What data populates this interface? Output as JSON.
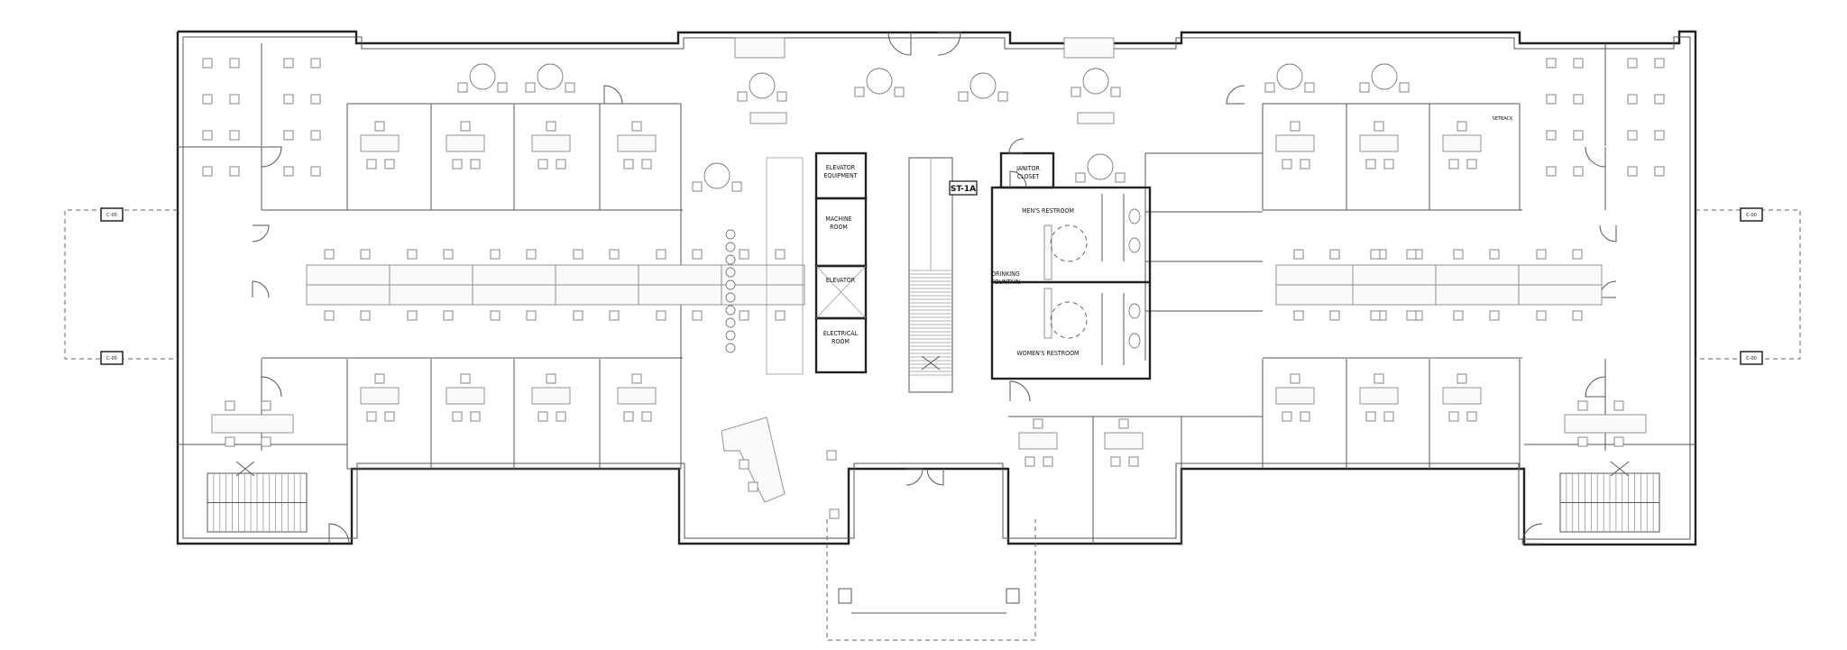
{
  "rooms": {
    "elevator_equipment": [
      "ELEVATOR",
      "EQUIPMENT"
    ],
    "machine_room": [
      "MACHINE",
      "ROOM"
    ],
    "elevator": [
      "ELEVATOR"
    ],
    "electrical_room": [
      "ELECTRICAL",
      "ROOM"
    ],
    "janitor_closet": [
      "JANITOR",
      "CLOSET"
    ],
    "mens_restroom": [
      "MEN'S RESTROOM"
    ],
    "drinking_fountain": [
      "DRINKING",
      "FOUNTAIN"
    ],
    "womens_restroom": [
      "WOMEN'S RESTROOM"
    ]
  },
  "stair_tag": "ST-1A",
  "setback_note": "SETBACK",
  "column_tags": [
    "C-00",
    "C-00",
    "C-00",
    "C-00"
  ],
  "colors": {
    "ink": "#222222",
    "paper": "#ffffff",
    "furniture": "#888888"
  }
}
